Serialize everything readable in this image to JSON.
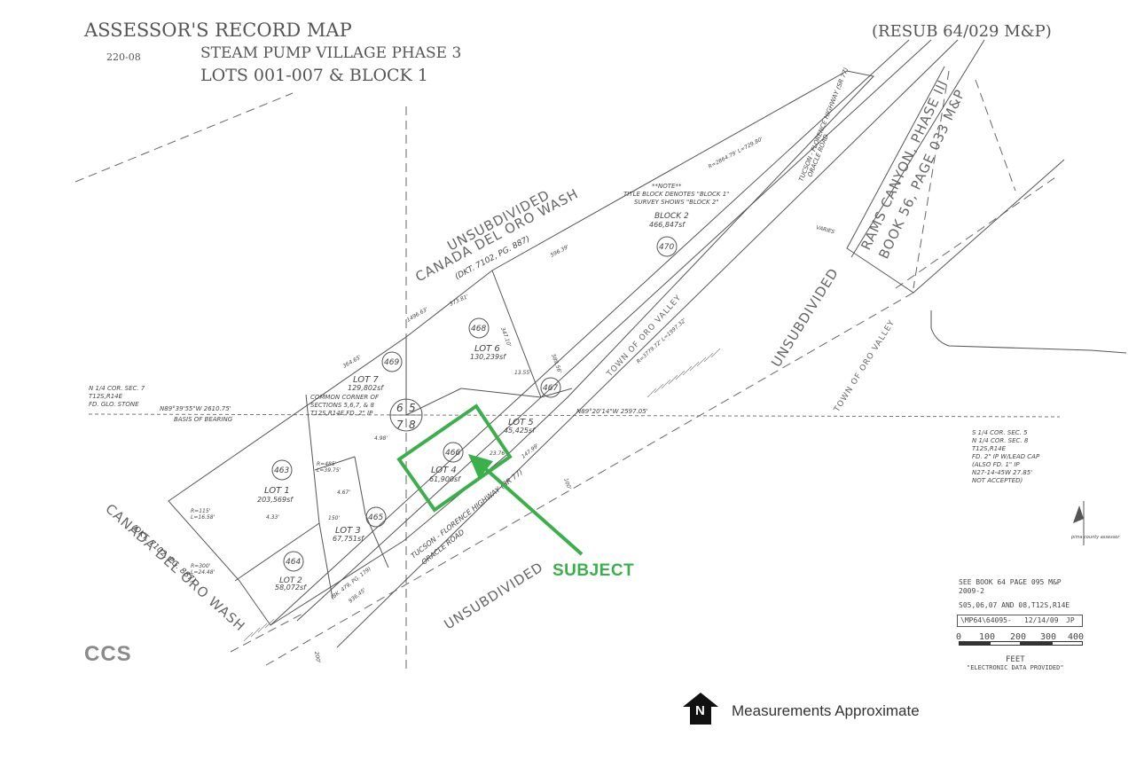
{
  "header": {
    "title": "ASSESSOR'S RECORD MAP",
    "book": "220-08",
    "subdivision": "STEAM PUMP VILLAGE PHASE 3",
    "lots": "LOTS 001-007 & BLOCK 1",
    "resub": "(RESUB 64/029 M&P)"
  },
  "map": {
    "labels": {
      "unsub_top": "UNSUBDIVIDED",
      "wash_top": "CANADA DEL ORO WASH",
      "wash_top_ref": "(DKT. 7102, PG. 887)",
      "wash_bottom": "CANADA DEL ORO WASH",
      "wash_bottom_ref": "(DKT. 7102, PG. 887)",
      "unsub_bottom": "UNSUBDIVIDED",
      "unsub_right": "UNSUBDIVIDED",
      "town_ov_right": "TOWN OF ORO VALLEY",
      "town_ov_mid": "TOWN OF ORO VALLEY",
      "rams_1": "RAMS CANYON, PHASE III",
      "rams_2": "BOOK 56, PAGE 033 M&P",
      "highway_1": "TUCSON - FLORENCE HIGHWAY (SR 77)",
      "highway_2": "ORACLE ROAD",
      "highway_top_1": "TUCSON - FLORENCE HIGHWAY (SR 77)",
      "highway_top_2": "ORACLE ROAD",
      "note_1": "**NOTE**",
      "note_2": "TITLE BLOCK DENOTES \"BLOCK 1\"",
      "note_3": "SURVEY SHOWS \"BLOCK 2\"",
      "block2": "BLOCK 2",
      "block2_area": "466,847sf",
      "basis": "BASIS OF BEARING",
      "bearing_left": "N89°39'55\"W 2610.75'",
      "bearing_right": "N89°20'14\"W 2597.05'",
      "corner_left_1": "N 1/4 COR. SEC. 7",
      "corner_left_2": "T12S,R14E",
      "corner_left_3": "FD. GLO. STONE",
      "common_1": "COMMON CORNER OF",
      "common_2": "SECTIONS 5,6,7, & 8",
      "common_3": "T12S,R14E FD. 2\" IP",
      "corner_right_1": "S 1/4 COR. SEC. 5",
      "corner_right_2": "N 1/4 COR. SEC. 8",
      "corner_right_3": "T12S,R14E",
      "corner_right_4": "FD. 2\" IP W/LEAD CAP",
      "corner_right_5": "(ALSO FD. 1\" IP",
      "corner_right_6": "N27-14-45W 27.85'",
      "corner_right_7": "NOT ACCEPTED)",
      "varies": "VARIES",
      "sec_6": "6",
      "sec_5": "5",
      "sec_7": "7",
      "sec_8": "8",
      "pima": "pima county assessor"
    },
    "parcels": [
      {
        "num": "463",
        "lot": "LOT 1",
        "area": "203,569sf"
      },
      {
        "num": "464",
        "lot": "LOT 2",
        "area": "58,072sf"
      },
      {
        "num": "465",
        "lot": "LOT 3",
        "area": "67,751sf"
      },
      {
        "num": "466",
        "lot": "LOT 4",
        "area": "61,900sf"
      },
      {
        "num": "467",
        "lot": "LOT 5",
        "area": "45,425sf"
      },
      {
        "num": "468",
        "lot": "LOT 6",
        "area": "130,239sf"
      },
      {
        "num": "469",
        "lot": "LOT 7",
        "area": "129,802sf"
      },
      {
        "num": "470",
        "lot": "",
        "area": ""
      }
    ],
    "dims": {
      "d1": "373.81'",
      "d2": "596.39'",
      "d3": "1496.63'",
      "d4": "364.65'",
      "d5": "347.10'",
      "d6": "589.56'",
      "d7": "13.55'",
      "d8": "4.98'",
      "d9": "4.67'",
      "d10": "4.33'",
      "d11": "23.76'",
      "d12": "150'",
      "d13": "147.99'",
      "d14": "936.45'",
      "d15": "100'",
      "d16": "200'",
      "d17": "R=485'",
      "d18": "L=39.75'",
      "d19": "R=115'",
      "d20": "L=16.58'",
      "d21": "R=300'",
      "d22": "L=24.48'",
      "d23": "(BK. 479, PG. 179)",
      "d24": "R=3779.72' L=1997.32'",
      "d25": "R=2864.79' L=729.80'"
    }
  },
  "subject": {
    "label": "SUBJECT",
    "color": "#3ab04a"
  },
  "title_block": {
    "see_1": "SEE BOOK 64 PAGE 095 M&P",
    "see_2": "2009-2",
    "sections": "S05,06,07 AND 08,T12S,R14E",
    "file": "\\MP64\\64095-",
    "date": "12/14/09",
    "initials": "JP",
    "scale_0": "0",
    "scale_100": "100",
    "scale_200": "200",
    "scale_300": "300",
    "scale_400": "400",
    "units": "FEET",
    "electronic": "\"ELECTRONIC DATA PROVIDED\""
  },
  "footer": {
    "logo": "CCS",
    "north": "N",
    "note": "Measurements Approximate"
  }
}
